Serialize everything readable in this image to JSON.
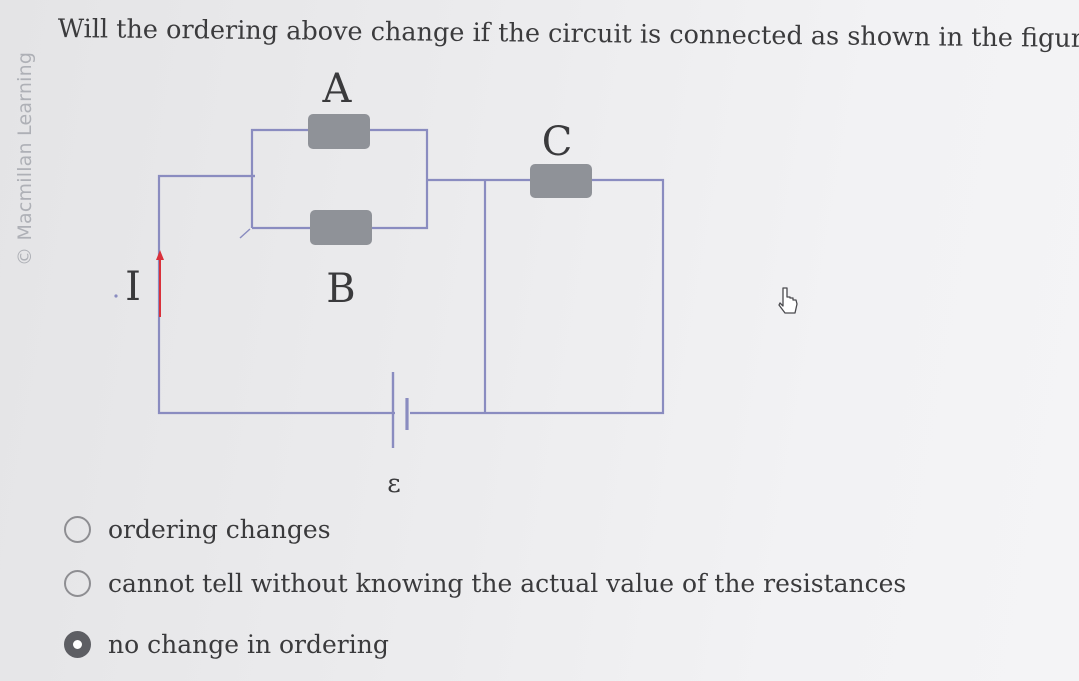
{
  "watermark": "© Macmillan Learning",
  "question": "Will the ordering above change if the circuit is connected as shown in the figure?",
  "circuit": {
    "label_a": "A",
    "label_b": "B",
    "label_c": "C",
    "label_current": "I",
    "label_emf": "ε",
    "wire_color": "#8a8cc0",
    "resistor_color": "#8f9298",
    "current_arrow_color": "#d9303a"
  },
  "choices": [
    {
      "label": "ordering changes",
      "selected": false
    },
    {
      "label": "cannot tell without knowing the actual value of the resistances",
      "selected": false
    },
    {
      "label": "no change in ordering",
      "selected": true
    }
  ],
  "cursor_icon": "pointer-cursor-icon"
}
